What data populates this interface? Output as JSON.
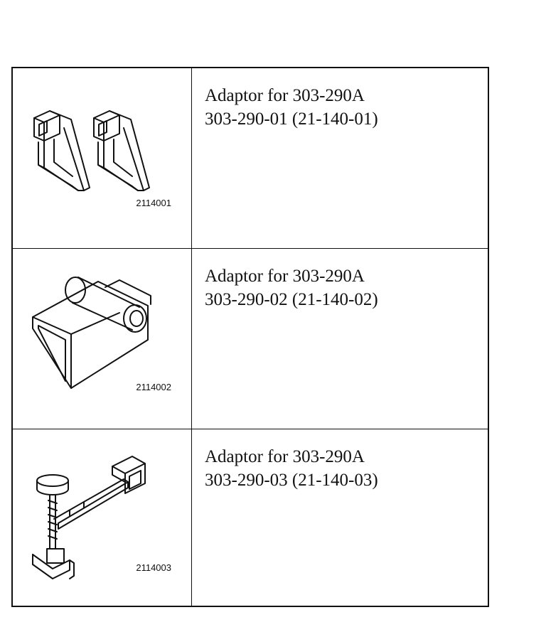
{
  "rows": [
    {
      "figure_number": "2114001",
      "title": "Adaptor for 303-290A",
      "part_number": "303-290-01 (21-140-01)"
    },
    {
      "figure_number": "2114002",
      "title": "Adaptor for 303-290A",
      "part_number": "303-290-02 (21-140-02)"
    },
    {
      "figure_number": "2114003",
      "title": "Adaptor for 303-290A",
      "part_number": "303-290-03 (21-140-03)"
    }
  ]
}
